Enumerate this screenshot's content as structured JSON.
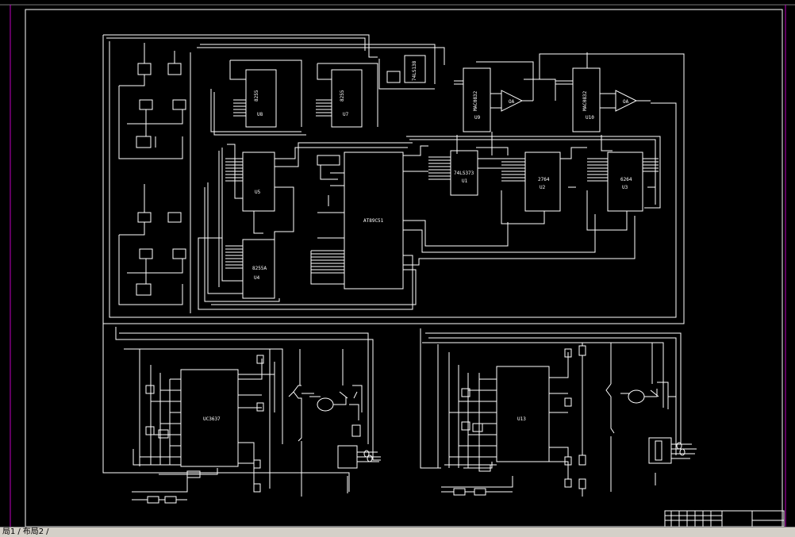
{
  "colors": {
    "background": "#000000",
    "wire": "#ffffff",
    "frame": "#c000c0",
    "ui_bar": "#d4d0c8"
  },
  "components": {
    "u8": {
      "part": "8255",
      "ref": "U8"
    },
    "u7": {
      "part": "8255",
      "ref": "U7"
    },
    "u6": {
      "part": "74LS138"
    },
    "u9": {
      "part": "MAC0832",
      "ref": "U9"
    },
    "u10": {
      "part": "MAC0832",
      "ref": "U10"
    },
    "opamp1": {
      "label": "OA"
    },
    "opamp2": {
      "label": "OA"
    },
    "u5": {
      "ref": "U5"
    },
    "u4": {
      "part": "8255A",
      "ref": "U4"
    },
    "u1": {
      "part": "AT89C51"
    },
    "u2": {
      "part": "74LS373",
      "ref": "U1"
    },
    "u3a": {
      "part": "2764",
      "ref": "U2"
    },
    "u3b": {
      "part": "6264",
      "ref": "U3"
    },
    "pwm1": {
      "part": "UC3637"
    },
    "pwm2": {
      "ref": "U13"
    }
  },
  "layout_tabs": [
    "局1",
    "布局2"
  ],
  "tab_separator": "/"
}
